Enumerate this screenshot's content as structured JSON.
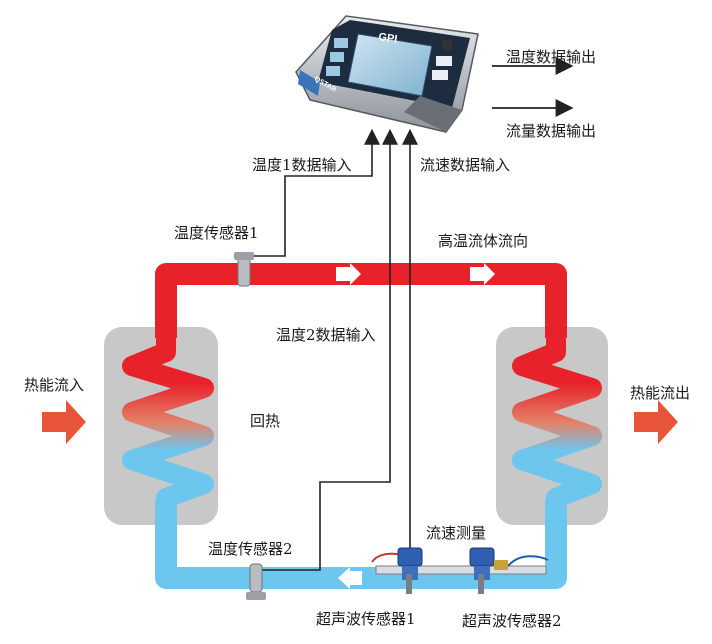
{
  "device": {
    "brand": "GPI",
    "logo": "QSTAR"
  },
  "outputs": {
    "temp_output": "温度数据输出",
    "flow_output": "流量数据输出"
  },
  "inputs": {
    "temp1_input": "温度1数据输入",
    "flow_input": "流速数据输入",
    "temp2_input": "温度2数据输入"
  },
  "loop": {
    "sensor1_label": "温度传感器1",
    "sensor2_label": "温度传感器2",
    "hot_flow_label": "高温流体流向",
    "heat_in_label": "热能流入",
    "heat_out_label": "热能流出",
    "reheat_label": "回热",
    "flow_measure_label": "流速测量",
    "ultrasonic1_label": "超声波传感器1",
    "ultrasonic2_label": "超声波传感器2"
  },
  "colors": {
    "hot": "#e8222b",
    "cold": "#6cc6ee",
    "arrow": "#e9553a",
    "exchanger": "#c8c8c8",
    "line": "#222222"
  }
}
